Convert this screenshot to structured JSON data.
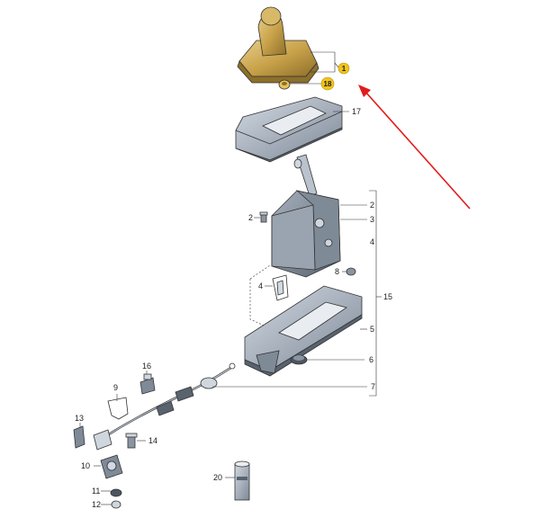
{
  "diagram": {
    "callouts": {
      "c1": "1",
      "c2": "2",
      "c2b": "2",
      "c3": "3",
      "c4": "4",
      "c4b": "4",
      "c5": "5",
      "c6": "6",
      "c7": "7",
      "c8": "8",
      "c9": "9",
      "c10": "10",
      "c11": "11",
      "c12": "12",
      "c13": "13",
      "c14": "14",
      "c15": "15",
      "c16": "16",
      "c17": "17",
      "c18": "18",
      "c20": "20"
    },
    "colors": {
      "highlight": "#f0c419",
      "knob_gold": "#c9a24a",
      "housing": "#a9b4c2",
      "arrow": "#e21b1b"
    }
  }
}
